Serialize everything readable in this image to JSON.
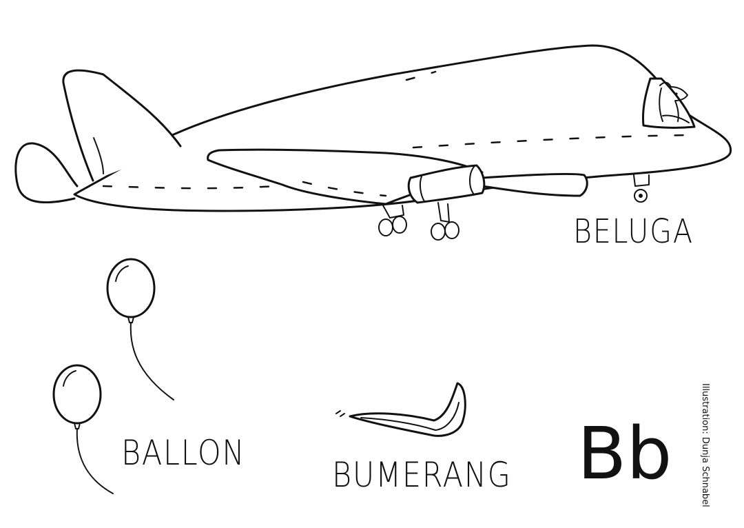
{
  "words": {
    "beluga": "BELUGA",
    "ballon": "BALLON",
    "bumerang": "BUMERANG"
  },
  "letters": "Bb",
  "credit": "Illustration: Dunja Schnabel",
  "colors": {
    "ink": "#111111",
    "background": "#ffffff"
  }
}
